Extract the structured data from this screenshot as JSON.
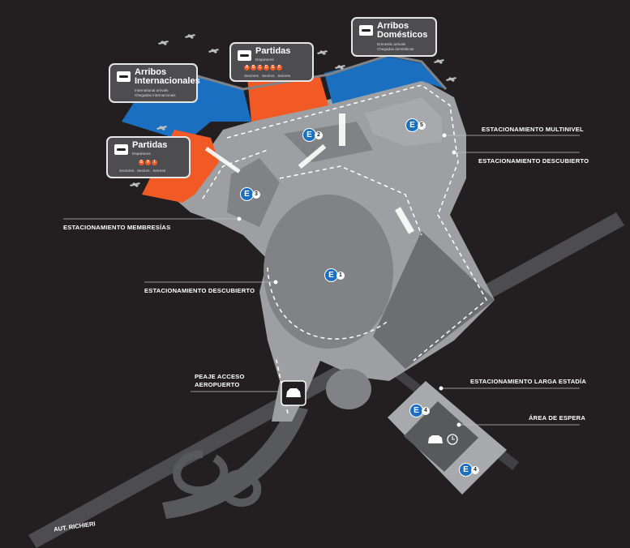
{
  "callouts": {
    "multinivel": "ESTACIONAMIENTO MULTINIVEL",
    "descubierto_right": "ESTACIONAMIENTO DESCUBIERTO",
    "membresias": "ESTACIONAMIENTO MEMBRESÍAS",
    "descubierto_center": "ESTACIONAMIENTO DESCUBIERTO",
    "peaje_line1": "PEAJE ACCESO",
    "peaje_line2": "AEROPUERTO",
    "larga_estadia": "ESTACIONAMIENTO LARGA ESTADÍA",
    "area_espera": "ÁREA DE ESPERA",
    "road": "AUT. RICHIERI"
  },
  "terminals": {
    "arribos_internacionales": {
      "title1": "Arribos",
      "title2": "Internacionales",
      "sub1": "International arrivals",
      "sub2": "Chegadas internacionais"
    },
    "partidas_abcdef": {
      "title": "Partidas",
      "sub": "Departures",
      "sectors": [
        "A",
        "B",
        "C",
        "D",
        "E",
        "F"
      ],
      "sector_label": "Sectores . Sectors . Setores"
    },
    "arribos_domesticos": {
      "title1": "Arribos",
      "title2": "Domésticos",
      "sub1": "Domestic arrivals",
      "sub2": "Chegadas domésticas"
    },
    "partidas_ghi": {
      "title": "Partidas",
      "sub": "Departures",
      "sectors": [
        "G",
        "H",
        "I"
      ],
      "sector_label": "Sectores . Sectors . Setores"
    }
  },
  "parking_markers": [
    {
      "letter": "E",
      "number": "1"
    },
    {
      "letter": "E",
      "number": "2"
    },
    {
      "letter": "E",
      "number": "3"
    },
    {
      "letter": "E",
      "number": "4"
    },
    {
      "letter": "E",
      "number": "5"
    },
    {
      "letter": "E",
      "number": "4"
    }
  ],
  "colors": {
    "background": "#231f20",
    "arrivals_blue": "#1a6fc0",
    "departures_orange": "#f15a24",
    "road_gray": "#6d6e71",
    "parking_light": "#bcbec0",
    "parking_dark": "#808285"
  },
  "icons": {
    "toll": "car-icon",
    "waiting": "car-clock-icon",
    "airplanes": "airplane-icon"
  }
}
